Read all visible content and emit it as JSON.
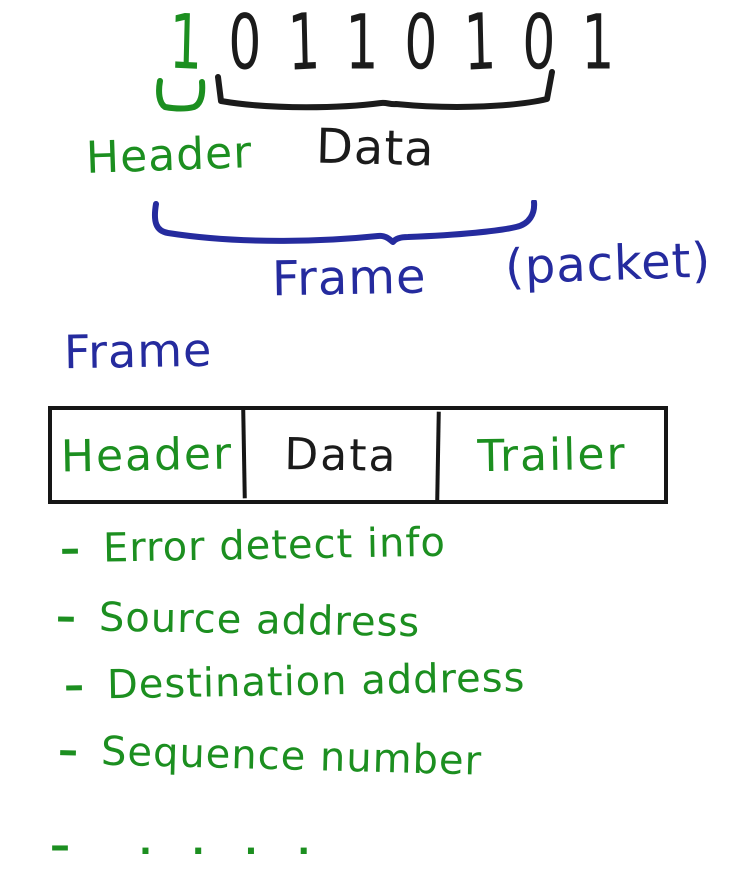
{
  "bit_diagram": {
    "bits": [
      "1",
      "0",
      "1",
      "1",
      "0",
      "1",
      "0",
      "1"
    ],
    "header_label": "Header",
    "data_label": "Data",
    "frame_label": "Frame",
    "packet_label": "(packet)"
  },
  "frame_table": {
    "title": "Frame",
    "cells": [
      "Header",
      "Data",
      "Trailer"
    ]
  },
  "notes": {
    "bullet": "–",
    "items": [
      "Error detect info",
      "Source address",
      "Destination address",
      "Sequence number",
      ". . . ."
    ]
  },
  "colors": {
    "green": "#1c8f20",
    "blue": "#252b9e",
    "ink": "#1b1b1b"
  }
}
